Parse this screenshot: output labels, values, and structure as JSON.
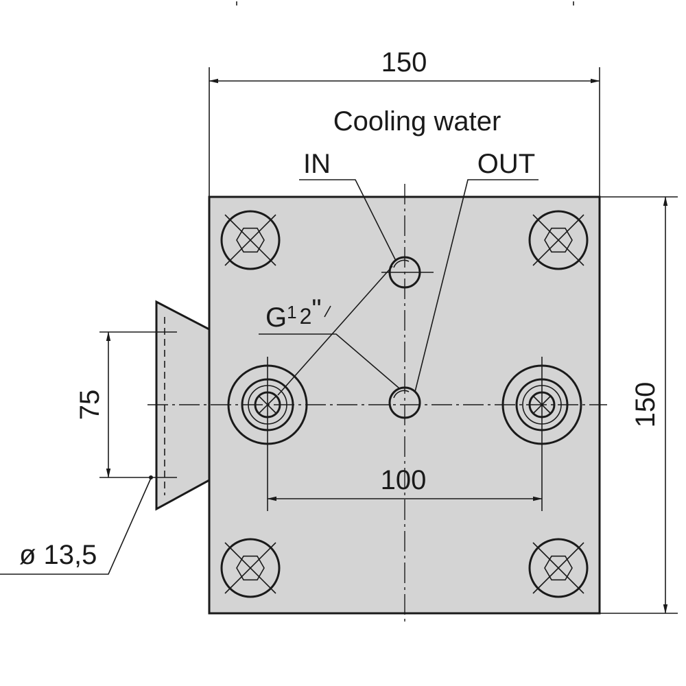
{
  "colors": {
    "plate_fill": "#d4d4d4",
    "line": "#1a1a1a",
    "background": "#ffffff"
  },
  "labels": {
    "width_dimension": "150",
    "height_dimension": "150",
    "hole_spacing": "100",
    "mount_spacing": "75",
    "mount_hole_diameter": "ø 13,5",
    "cooling_water": "Cooling water",
    "inlet": "IN",
    "outlet": "OUT",
    "thread_prefix": "G",
    "thread_num": "1",
    "thread_den": "2",
    "thread_suffix": "\""
  }
}
